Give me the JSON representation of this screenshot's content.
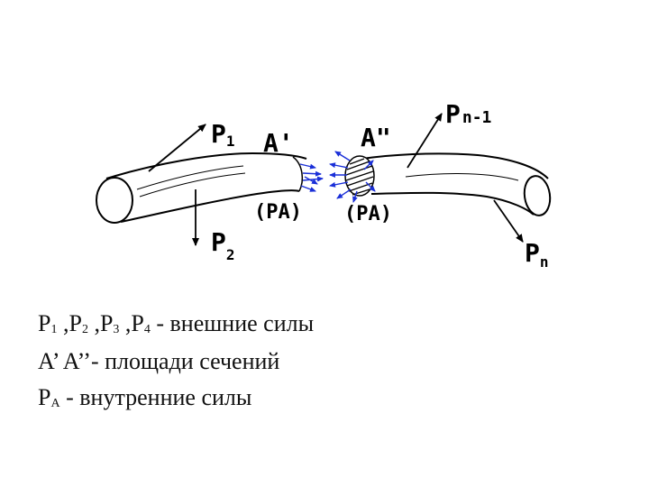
{
  "figure": {
    "labels": {
      "p1": "P",
      "p1_sub": "1",
      "p2": "P",
      "p2_sub": "2",
      "pn1": "P",
      "pn1_sub": "n-1",
      "pn": "P",
      "pn_sub": "n",
      "a_prime": "A'",
      "a_double_prime": "A\"",
      "pa_left": "(PA)",
      "pa_right": "(PA)"
    },
    "colors": {
      "ink": "#000000",
      "arrows": "#1a2fd8"
    }
  },
  "caption": {
    "line1": {
      "p1": "P",
      "s1": "1",
      "p2": " ,P",
      "s2": "2",
      "p3": " ,P",
      "s3": "3",
      "p4": " ,P",
      "s4": "4",
      "rest": " - внешние силы"
    },
    "line2": "A’ A’’- площади сечений",
    "line3": {
      "p": "P",
      "s": "A",
      "rest": " - внутренние силы"
    }
  }
}
